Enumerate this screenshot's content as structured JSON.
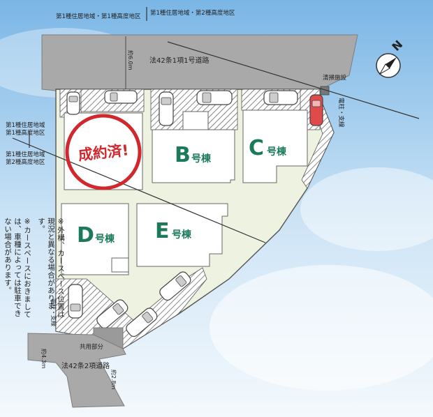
{
  "zoning": {
    "top": "第1種住居地域・第1種高度地区",
    "top_right": "第1種住居地域・第2種高度地区",
    "left_upper_line1": "第1種住居地域",
    "left_upper_line2": "第1種高度地区",
    "left_lower_line1": "第1種住居地域",
    "left_lower_line2": "第2種高度地区"
  },
  "roads": {
    "top_name": "法42条1項1号道路",
    "top_width": "約6.0m",
    "bottom_name": "法42条2項道路",
    "bottom_width_left": "約4.3m",
    "bottom_width_right": "約2.8m",
    "shared": "共用部分"
  },
  "facilities": {
    "cleaning": "清掃施設",
    "pole_right": "電柱・支線",
    "pole_left": "電柱・支線"
  },
  "lots": {
    "sold_stamp": "成約済!",
    "b_letter": "B",
    "b_suffix": "号棟",
    "c_letter": "C",
    "c_suffix": "号棟",
    "d_letter": "D",
    "d_suffix": "号棟",
    "e_letter": "E",
    "e_suffix": "号棟"
  },
  "compass": {
    "north": "N"
  },
  "notes": {
    "note1": "※外構、カースペース位置は現況と異なる場合があります。",
    "note2": "※カースペースにおきましては、車種によっては駐車できない場合があります。"
  },
  "colors": {
    "sky": "#8fc3ec",
    "road": "#a9a9a9",
    "lot": "#eef2e0",
    "letters": "#1b7a5a",
    "stamp": "#d1282e"
  }
}
